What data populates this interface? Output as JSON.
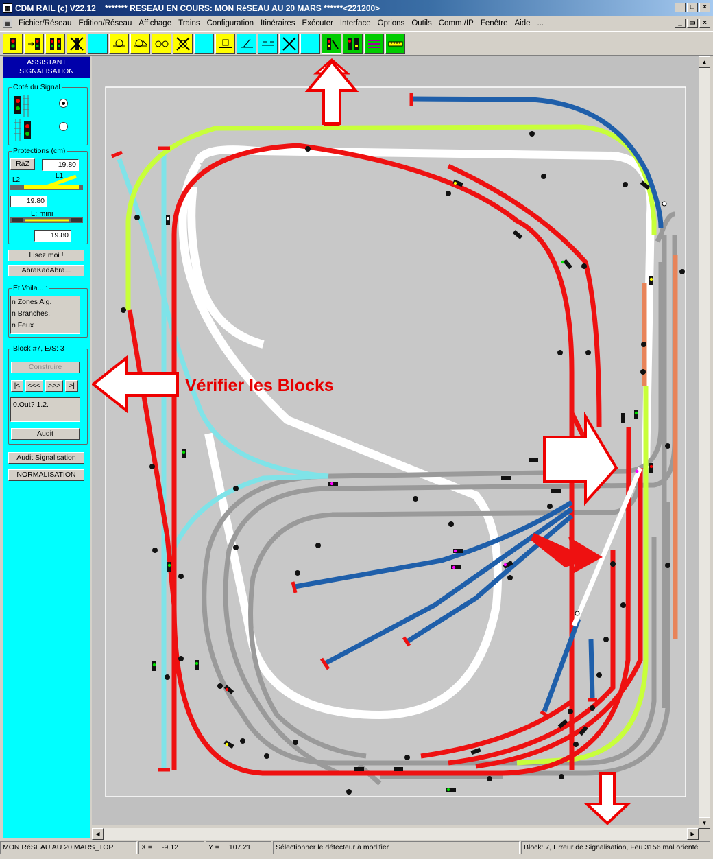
{
  "window": {
    "title": "CDM RAIL (c) V22.12    ******* RESEAU EN COURS: MON RéSEAU AU 20 MARS ******<221200>",
    "app_icon": "cdm-rail-icon"
  },
  "menu": {
    "items": [
      "Fichier/Réseau",
      "Edition/Réseau",
      "Affichage",
      "Trains",
      "Configuration",
      "Itinéraires",
      "Exécuter",
      "Interface",
      "Options",
      "Outils",
      "Comm./IP",
      "Fenêtre",
      "Aide",
      "..."
    ]
  },
  "sidebar": {
    "header_line1": "ASSISTANT",
    "header_line2": "SIGNALISATION",
    "cote_signal": {
      "label": "Coté du Signal"
    },
    "protections": {
      "label": "Protections (cm)",
      "raz_label": "RàZ",
      "value1": "19.80",
      "value2": "19.80",
      "value3": "19.80",
      "l1_label": "L1",
      "l2_label": "L2",
      "lmini_label": "L: mini"
    },
    "lisez_moi": "Lisez moi !",
    "abrakad": "AbraKadAbra...",
    "et_voila": {
      "label": "Et Voila... :",
      "lines": [
        "n Zones Aig.",
        "n Branches.",
        "n Feux"
      ]
    },
    "block": {
      "label": "Block #7,  E/S: 3",
      "construire": "Construire",
      "nav": [
        "|<",
        "<<<",
        ">>>",
        ">|"
      ],
      "info": "0.Out? 1.2.",
      "audit": "Audit"
    },
    "audit_signalisation": "Audit Signalisation",
    "normalisation": "NORMALISATION"
  },
  "canvas": {
    "annotation": "Vérifier les Blocks"
  },
  "status": {
    "network": "MON RéSEAU AU 20 MARS_TOP",
    "x_label": "X =",
    "x_value": "-9.12",
    "y_label": "Y =",
    "y_value": "107.21",
    "hint": "Sélectionner le détecteur à modifier",
    "message": "Block: 7, Erreur de Signalisation, Feu 3156 mal orienté"
  },
  "colors": {
    "track_red": "#ee1111",
    "track_blue": "#1f5faa",
    "track_cyan": "#7fe3e8",
    "track_green": "#c8ff3a",
    "track_gray": "#a0a0a0",
    "track_white": "#ffffff",
    "track_orange": "#e8845a",
    "sidebar_bg": "#00ffff"
  }
}
